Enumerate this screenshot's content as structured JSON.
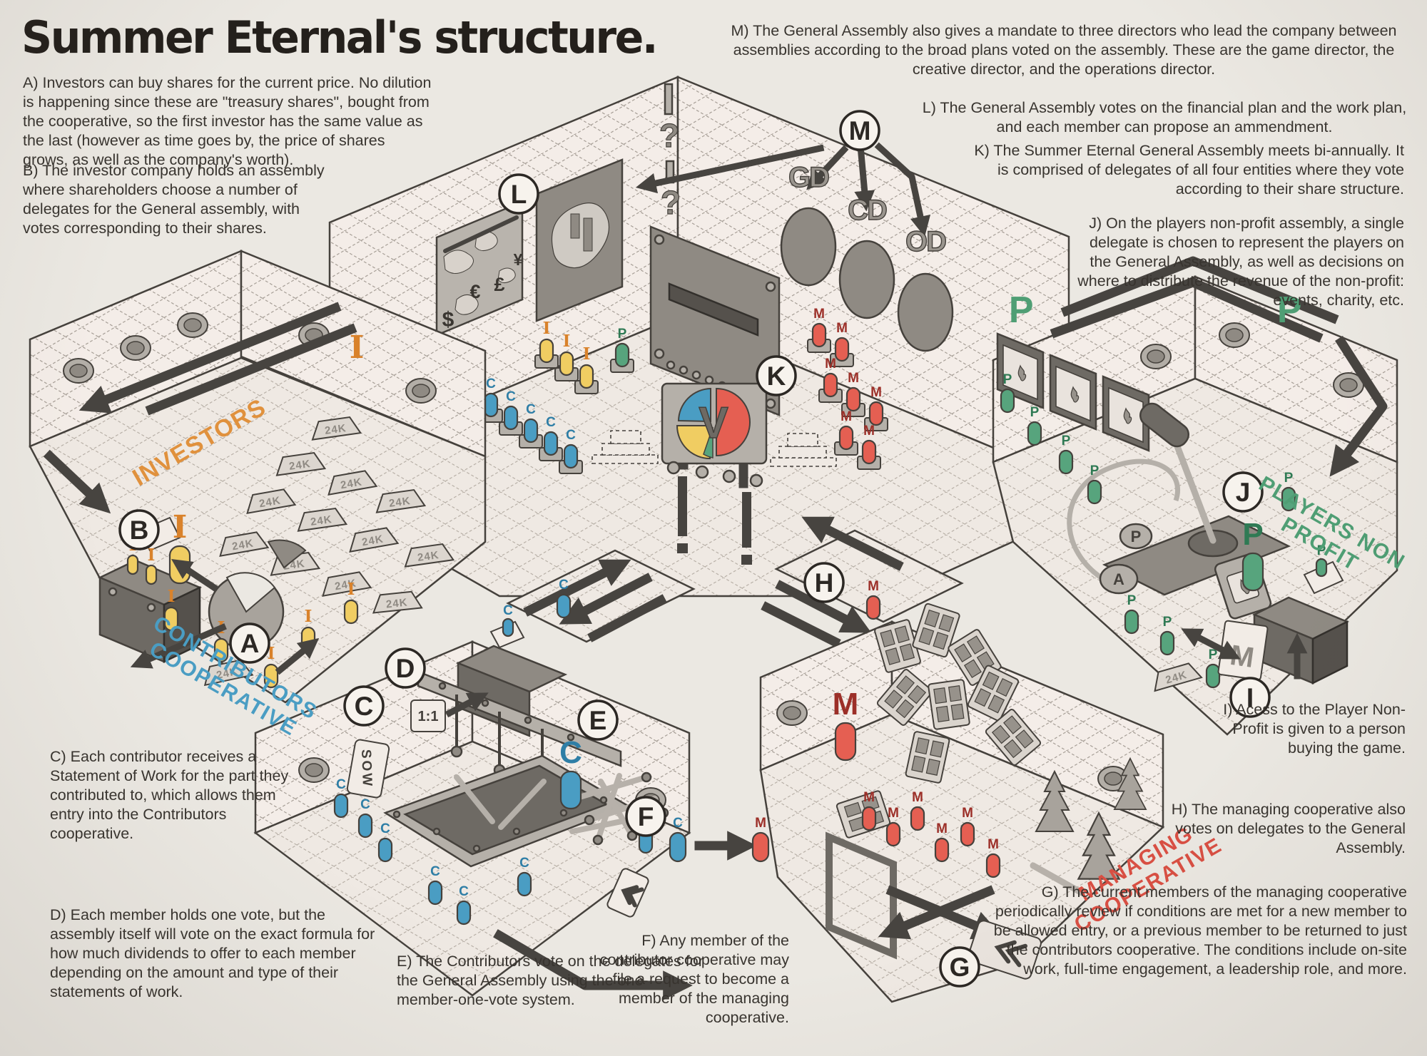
{
  "title": "Summer Eternal's structure.",
  "paragraphs": {
    "a": "A) Investors can buy shares for the current price. No dilution is happening since these are \"treasury shares\", bought from the cooperative, so the first investor has the same value as the last (however as time goes by, the price of shares grows, as well as the company's worth).",
    "b": "B) The investor company holds an assembly where shareholders choose a number of delegates for the General assembly, with votes corresponding to their shares.",
    "c": "C) Each contributor receives a Statement of Work for the part they contributed to, which allows them entry into the Contributors cooperative.",
    "d": "D) Each member holds one vote, but the assembly itself will vote on the exact formula for how much dividends to offer to each member depending on the amount and type of their statements of work.",
    "e": "E) The Contributors vote on the delegates for the General Assembly using the one-member-one-vote system.",
    "f": "F) Any member of the contributor cooperative may file a request to become a member of the managing cooperative.",
    "g": "G) The current members of the managing cooperative periodically review if conditions are met for a new member to be allowed entry, or a previous member to be returned to just the contributors cooperative. The conditions include on-site work, full-time engagement, a leadership role, and more.",
    "h": "H) The managing cooperative also votes on delegates to the General Assembly.",
    "i": "I) Acess to the Player Non-Profit is given to a person buying the game.",
    "j": "J) On the players non-profit assembly, a single delegate is chosen to represent the players on the General Assembly, as well as decisions on where to distribute the revenue of the non-profit: events, charity, etc.",
    "k": "K) The Summer Eternal General Assembly meets bi-annually. It is comprised of delegates of all four entities where they vote according to their share structure.",
    "l": "L) The General Assembly votes on the financial plan and the work plan, and each member can propose an ammendment.",
    "m": "M) The General Assembly also gives a mandate to three directors who lead the company between assemblies according to the broad plans voted on the assembly. These are the game director, the creative director, and the operations director."
  },
  "badges": {
    "a": "A",
    "b": "B",
    "c": "C",
    "d": "D",
    "e": "E",
    "f": "F",
    "g": "G",
    "h": "H",
    "i": "I",
    "j": "J",
    "k": "K",
    "l": "L",
    "m": "M"
  },
  "rooms": {
    "investors": {
      "label": "INVESTORS"
    },
    "contributors": {
      "line1": "CONTRIBUTORS",
      "line2": "COOPERATIVE"
    },
    "managing": {
      "line1": "MANAGING",
      "line2": "COOPERATIVE"
    },
    "players": {
      "line1": "PLAYERS NON",
      "line2": "PROFIT"
    }
  },
  "center": {
    "vote_letter": "V",
    "directors": [
      "GD",
      "CD",
      "OD"
    ],
    "currencies": [
      "$",
      "€",
      "£",
      "¥"
    ],
    "question_mark": "?"
  },
  "labels": {
    "gold_bar": "24K",
    "sow": "SOW",
    "one_to_one": "1:1",
    "console_buttons": [
      "P",
      "A"
    ]
  },
  "figures": {
    "investor": "I",
    "contributor": "C",
    "player": "P",
    "manager": "M"
  },
  "colors": {
    "paper": "#ebe8e2",
    "ink": "#38342f",
    "line": "#45413c",
    "wall": "#f4ede8",
    "orange": "#e0913d",
    "yellow": "#f0cd62",
    "blue": "#4a9dc3",
    "green": "#57a47d",
    "red": "#e55f52",
    "dark_red": "#9c2f28",
    "gray": "#8f8a83"
  }
}
